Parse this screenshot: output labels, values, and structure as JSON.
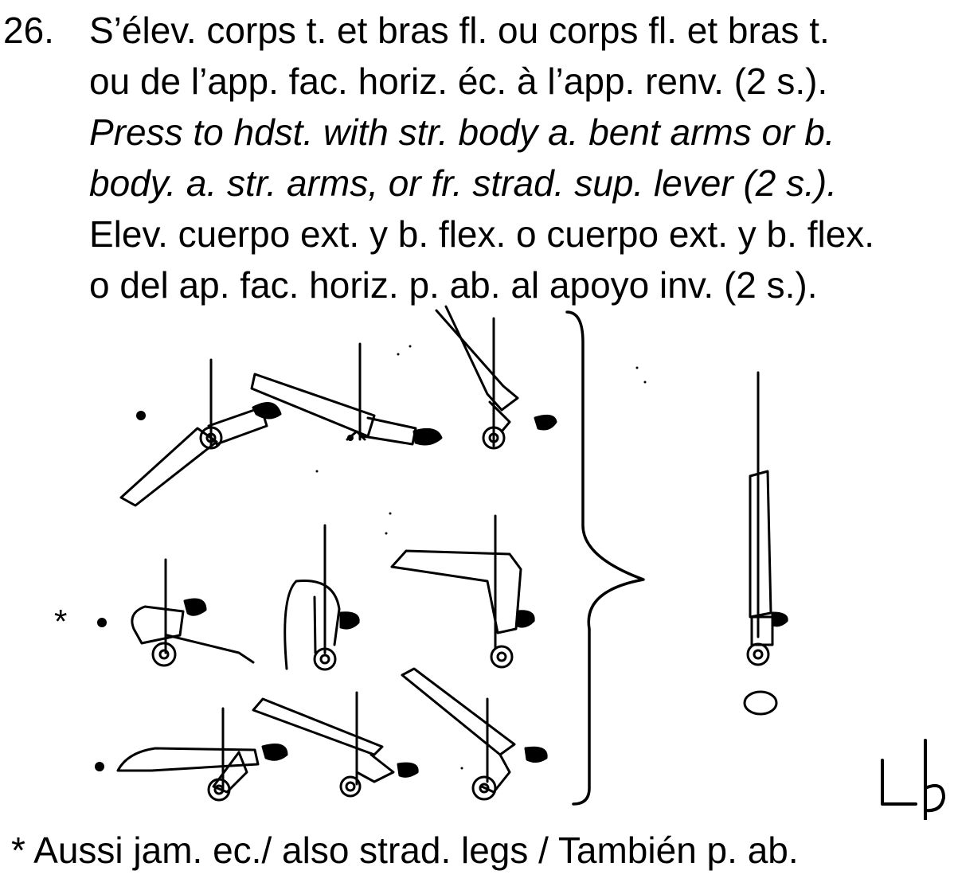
{
  "element": {
    "number": "26.",
    "lines_fr": [
      "S’élev. corps t. et bras fl. ou corps fl. et bras t.",
      "ou de l’app. fac. horiz. éc. à l’app. renv. (2 s.)."
    ],
    "lines_en": [
      "Press to hdst. with str. body a. bent arms or b.",
      "body. a. str. arms, or fr. strad. sup. lever (2 s.)."
    ],
    "lines_es": [
      "Elev. cuerpo ext. y b. flex. o cuerpo ext. y b. flex.",
      "o del ap. fac. horiz. p. ab. al apoyo inv. (2 s.)."
    ]
  },
  "figure": {
    "asterisk": "*",
    "symbol": "Lb",
    "rows": 3,
    "figures_per_row": 3
  },
  "footnote": "* Aussi jam. ec./ also strad. legs / También p. ab."
}
